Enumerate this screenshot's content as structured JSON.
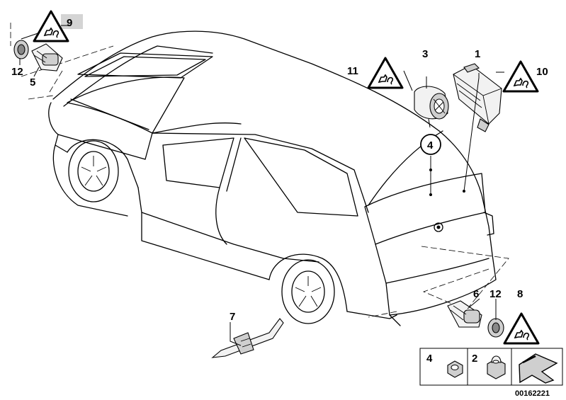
{
  "callouts": {
    "c1": "1",
    "c2": "2",
    "c3": "3",
    "c4": "4",
    "c5": "5",
    "c6": "6",
    "c7": "7",
    "c8": "8",
    "c9": "9",
    "c10": "10",
    "c11": "11",
    "c12a": "12",
    "c12b": "12"
  },
  "legend": {
    "nut_label": "4",
    "cap_nut_label": "2"
  },
  "document_number": "00162221",
  "highlight_color": "#d4d4d4"
}
